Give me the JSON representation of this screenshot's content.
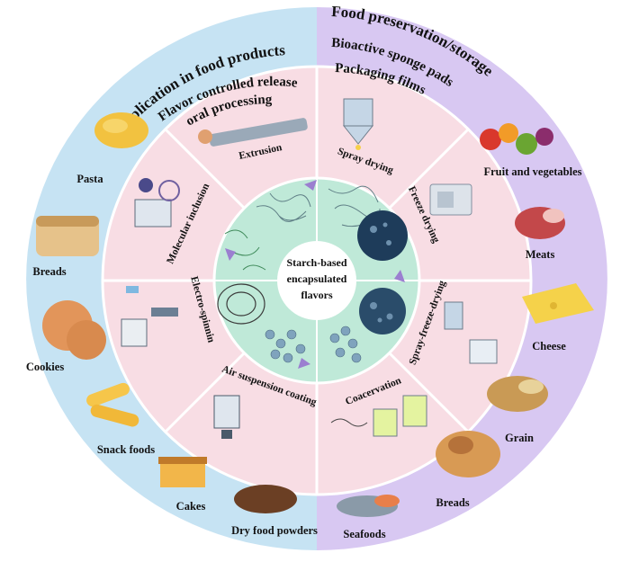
{
  "left_title": "Application in food products",
  "left_sub1": "Flavor controlled release",
  "left_sub2": "oral processing",
  "right_title": "Food preservation/storage",
  "right_sub1": "Bioactive sponge pads",
  "right_sub2": "Packaging films",
  "center_text": [
    "Starch-based",
    "encapsulated",
    "flavors"
  ],
  "techniques": {
    "extrusion": "Extrusion",
    "spray_drying": "Spray drying",
    "freeze_drying": "Freeze drying",
    "spray_freeze_drying": "Spray-freeze-drying",
    "coacervation": "Coacervation",
    "air_suspension": "Air suspension coating",
    "electrospinning": "Electro-spinnin",
    "molecular_inclusion": "Molecular inclusion"
  },
  "left_foods": {
    "pasta": "Pasta",
    "breads": "Breads",
    "cookies": "Cookies",
    "snack_foods": "Snack foods",
    "cakes": "Cakes",
    "dry_food_powders": "Dry food powders"
  },
  "right_foods": {
    "fruit_veg": "Fruit and vegetables",
    "meats": "Meats",
    "cheese": "Cheese",
    "grain": "Grain",
    "breads": "Breads",
    "seafoods": "Seafoods"
  },
  "colors": {
    "left_ring": "#c6e3f3",
    "right_ring": "#d8c8f2",
    "middle_ring": "#f8dde4",
    "inner_ring": "#bfe9d8",
    "center": "#ffffff",
    "arrow": "#9b7fd0"
  }
}
